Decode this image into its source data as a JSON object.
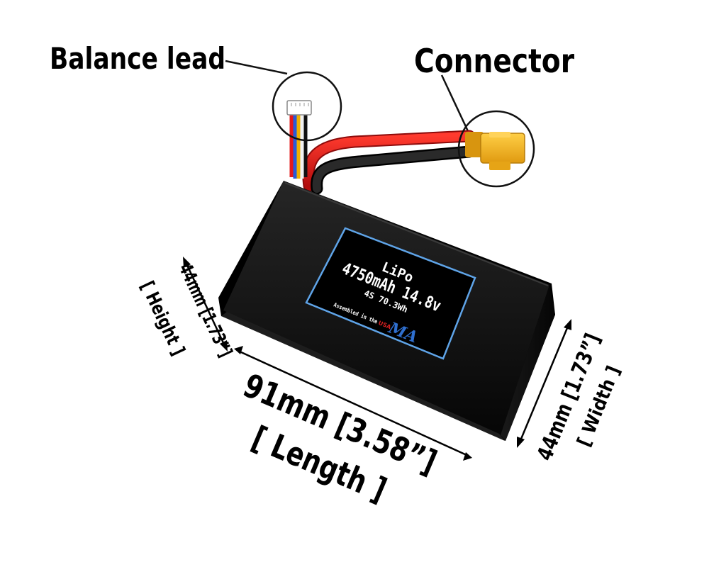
{
  "callouts": {
    "balance": "Balance lead",
    "connector": "Connector"
  },
  "battery_label": {
    "chemistry": "LiPo",
    "capacity_voltage": "4750mAh 14.8v",
    "config_energy": "4S 70.3Wh",
    "assembled_prefix": "Assembled in the",
    "assembled_country": "USA",
    "logo_text": "MA"
  },
  "dimensions": {
    "height_value": "44mm [1.73”]",
    "height_name": "[ Height ]",
    "length_value": "91mm [3.58”]",
    "length_name": "[ Length ]",
    "width_value": "44mm [1.73”]",
    "width_name": "[ Width ]"
  },
  "colors": {
    "cable_red": "#d81414",
    "cable_black": "#1b1b1b",
    "connector_yellow": "#f3b11a",
    "label_border": "#5fa4e8",
    "logo_blue": "#2f6fcf"
  }
}
